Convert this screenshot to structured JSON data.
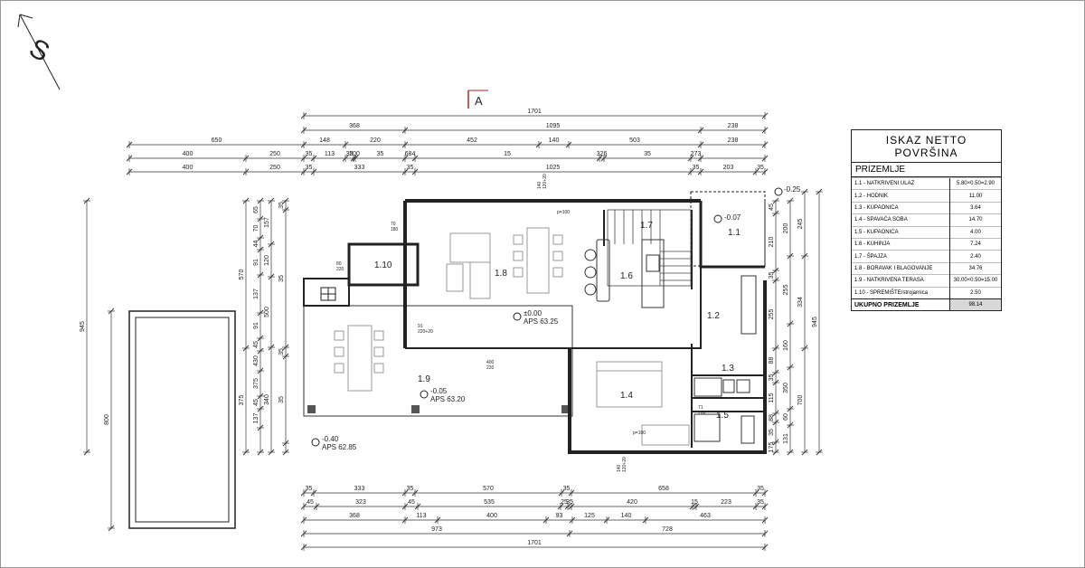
{
  "north_label": "S",
  "section_marker": "A",
  "area_table": {
    "title_line1": "ISKAZ NETTO",
    "title_line2": "POVRŠINA",
    "floor_name": "PRIZEMLJE",
    "rows": [
      {
        "label": "1.1 - NATKRIVENI ULAZ",
        "value": "5.80×0.50=2.90"
      },
      {
        "label": "1.2 - HODNIK",
        "value": "11.00"
      },
      {
        "label": "1.3 - KUPAONICA",
        "value": "3.64"
      },
      {
        "label": "1.4 - SPAVAĆA SOBA",
        "value": "14.70"
      },
      {
        "label": "1.5 - KUPAONICA",
        "value": "4.00"
      },
      {
        "label": "1.6 - KUHINJA",
        "value": "7.24"
      },
      {
        "label": "1.7 - ŠPAJZA",
        "value": "2.40"
      },
      {
        "label": "1.8 - BORAVAK I BLAGOVANJE",
        "value": "34.76"
      },
      {
        "label": "1.9 - NATKRIVENA TERASA",
        "value": "30.00×0.50=15.00"
      },
      {
        "label": "1.10 - SPREMIŠTE/strojarnica",
        "value": "2.50"
      }
    ],
    "total_label": "UKUPNO PRIZEMLJE",
    "total_value": "98.14"
  },
  "rooms": {
    "r1_1": "1.1",
    "r1_2": "1.2",
    "r1_3": "1.3",
    "r1_4": "1.4",
    "r1_5": "1.5",
    "r1_6": "1.6",
    "r1_7": "1.7",
    "r1_8": "1.8",
    "r1_9": "1.9",
    "r1_10": "1.10"
  },
  "levels": {
    "l1_lvl": "±0.00",
    "l1_aps": "APS 63.25",
    "l2_lvl": "-0.05",
    "l2_aps": "APS 63.20",
    "l3_lvl": "-0.40",
    "l3_aps": "APS 62.85",
    "l4_lvl": "-0.07",
    "l5_lvl": "-0.25"
  },
  "dims_top": {
    "row1": [
      "1701"
    ],
    "row2": [
      "368",
      "1095",
      "238"
    ],
    "row3": [
      "650",
      "148",
      "220",
      "452",
      "140",
      "503",
      "238"
    ],
    "row4": [
      "400",
      "250",
      "35",
      "113",
      "35",
      "200",
      "35",
      "684",
      "15",
      "326",
      "35",
      "273"
    ],
    "row5": [
      "400",
      "250",
      "35",
      "333",
      "35",
      "1025",
      "35",
      "203",
      "35"
    ]
  },
  "dims_bottom": {
    "row1": [
      "35",
      "333",
      "35",
      "570",
      "35",
      "658",
      "35"
    ],
    "row2": [
      "45",
      "323",
      "45",
      "535",
      "25",
      "35",
      "420",
      "15",
      "223",
      "35"
    ],
    "row3": [
      "368",
      "113",
      "400",
      "93",
      "125",
      "140",
      "463"
    ],
    "row4": [
      "973",
      "728"
    ],
    "row5": [
      "1701"
    ]
  },
  "dims_left": {
    "pool_outer": "945",
    "pool_inner": "800",
    "col1": [
      "570",
      "375"
    ],
    "col2": [
      "65",
      "70",
      "44",
      "91",
      "137",
      "91",
      "45",
      "430",
      "375",
      "45",
      "137"
    ],
    "col3": [
      "157",
      "120",
      "500",
      "340"
    ],
    "col4": [
      "35",
      "35",
      "35",
      "35"
    ]
  },
  "dims_right": {
    "col1": [
      "45",
      "210",
      "35",
      "255",
      "88",
      "35",
      "115",
      "88",
      "35",
      "175",
      "35"
    ],
    "col2": [
      "200",
      "255",
      "160",
      "350",
      "60",
      "131"
    ],
    "col3": [
      "245",
      "334",
      "700"
    ],
    "col4": [
      "945"
    ]
  },
  "openings": {
    "w_top": "140\n120+20",
    "w_bottom": "140\n120+20",
    "p100_a": "p=100",
    "p100_b": "p=100",
    "d_70": "70\n180",
    "d_80": "80\n220",
    "d_91": "91\n220+20",
    "d_400": "400\n220",
    "d_71": "71\n206"
  }
}
